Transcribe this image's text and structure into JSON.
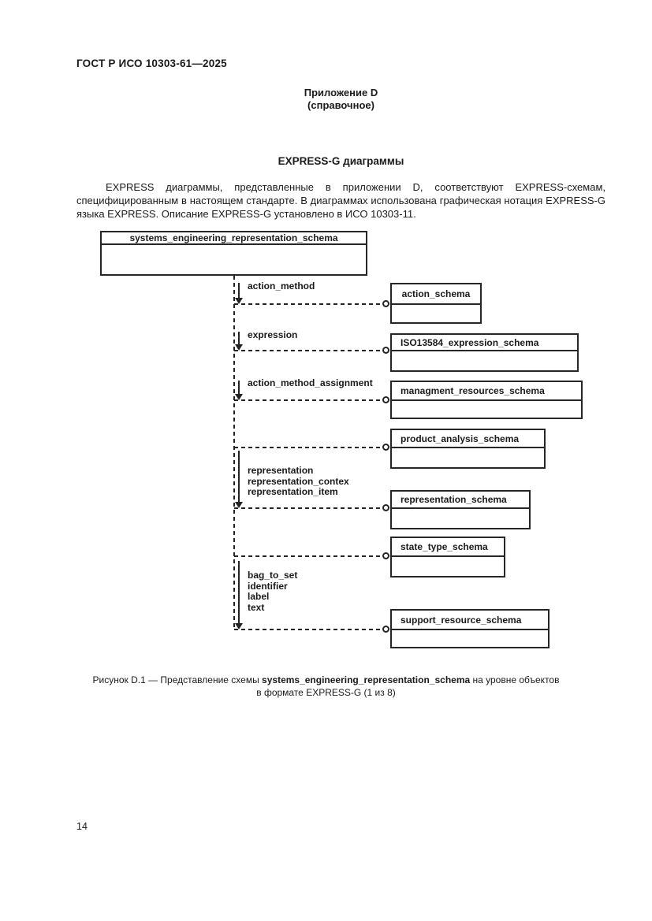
{
  "page": {
    "header": "ГОСТ Р ИСО 10303-61—2025",
    "appendix_title": "Приложение D",
    "appendix_note": "(справочное)",
    "section_title": "EXPRESS-G диаграммы",
    "intro_paragraph": "EXPRESS диаграммы, представленные в приложении D, соответствуют EXPRESS-схемам, специфицированным в настоящем стандарте. В диаграммах использована графическая нотация EXPRESS-G языка EXPRESS. Описание EXPRESS-G установлено в ИСО 10303-11.",
    "page_number": "14"
  },
  "diagram": {
    "root_schema": "systems_engineering_representation_schema",
    "connections": [
      {
        "labels": [
          "action_method"
        ],
        "target": "action_schema"
      },
      {
        "labels": [
          "expression"
        ],
        "target": "ISO13584_expression_schema"
      },
      {
        "labels": [
          "action_method_assignment"
        ],
        "target": "managment_resources_schema"
      },
      {
        "labels": [],
        "target": "product_analysis_schema"
      },
      {
        "labels": [
          "representation",
          "representation_contex",
          "representation_item"
        ],
        "target": "representation_schema"
      },
      {
        "labels": [],
        "target": "state_type_schema"
      },
      {
        "labels": [
          "bag_to_set",
          "identifier",
          "label",
          "text"
        ],
        "target": "support_resource_schema"
      }
    ]
  },
  "caption": {
    "text_before": "Рисунок D.1 — Представление схемы ",
    "schema_name": "systems_engineering_representation_schema",
    "text_after": " на уровне объектов",
    "line2": "в  формате EXPRESS-G (1 из 8)"
  }
}
